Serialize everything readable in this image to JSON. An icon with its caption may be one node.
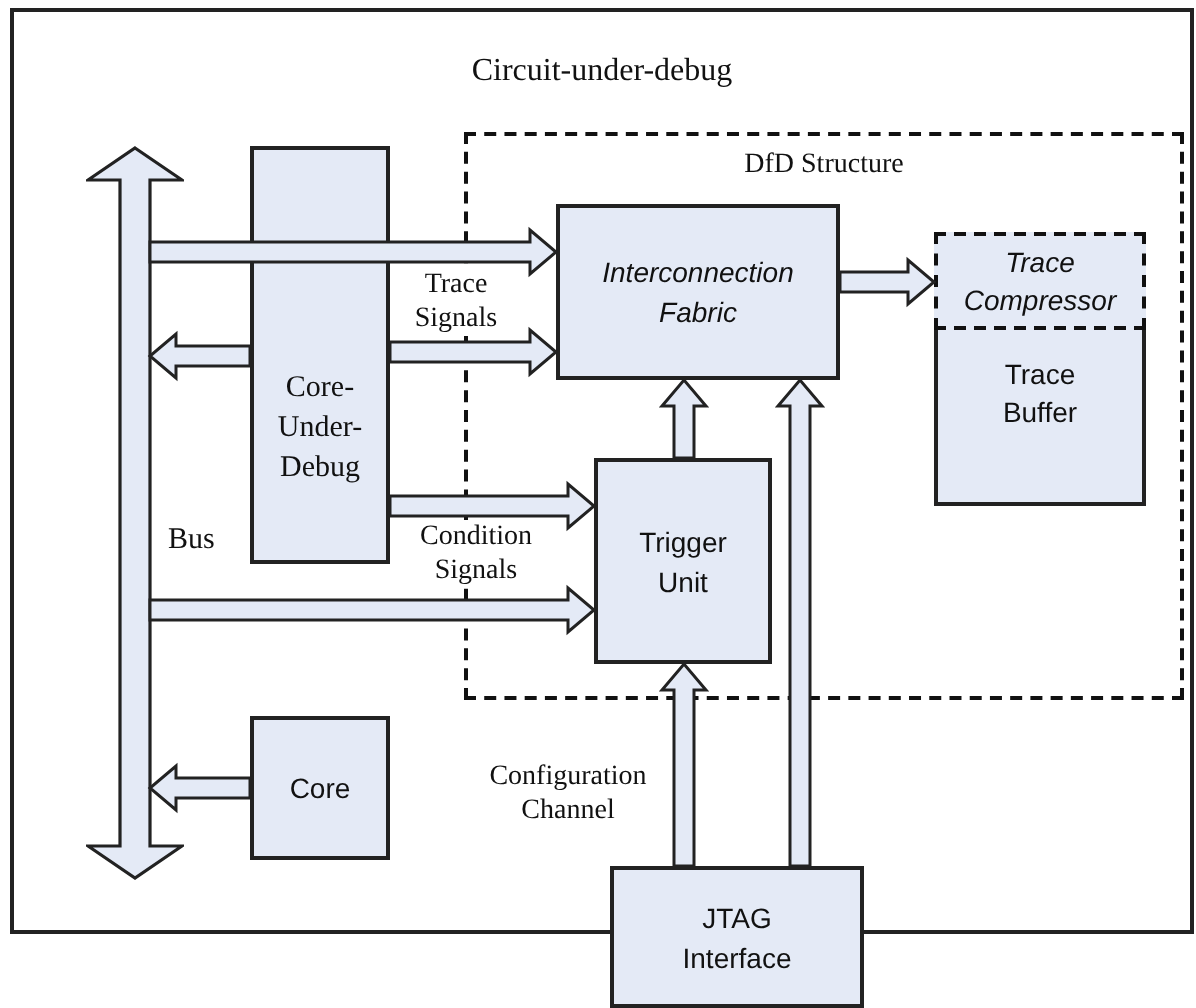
{
  "diagram": {
    "nodes": [
      {
        "text": [
          "Circuit-under-debug"
        ]
      },
      {
        "text": [],
        "shape": "bar",
        "in": 0,
        "beside": [
          "Bus"
        ]
      },
      {
        "text": [
          "Core- Under- Debug"
        ],
        "in": 0
      },
      {
        "text": [
          "DfD Structure"
        ],
        "in": 0
      },
      {
        "text": [
          "Interconnection Fabric"
        ],
        "in": 3
      },
      {
        "text": [
          "Trace Compressor"
        ],
        "in": 3
      },
      {
        "text": [
          "Trace Buffer"
        ],
        "in": 3
      },
      {
        "text": [
          "Trigger Unit"
        ],
        "in": 3
      },
      {
        "text": [
          "Core"
        ],
        "in": 0
      },
      {
        "text": [
          "JTAG Interface"
        ]
      }
    ],
    "edges": [
      {
        "from": 1,
        "to": 4,
        "arrow": "to"
      },
      {
        "from": 2,
        "to": 1,
        "arrow": "to"
      },
      {
        "from": 2,
        "to": 4,
        "arrow": "to",
        "label": "Trace Signals"
      },
      {
        "from": 2,
        "to": 7,
        "arrow": "to",
        "label": "Condition Signals"
      },
      {
        "from": 1,
        "to": 7,
        "arrow": "to"
      },
      {
        "from": 8,
        "to": 1,
        "arrow": "to"
      },
      {
        "from": 4,
        "to": 5,
        "arrow": "to"
      },
      {
        "from": 7,
        "to": 4,
        "arrow": "to"
      },
      {
        "from": 9,
        "to": 7,
        "arrow": "to",
        "label": "Configuration Channel"
      },
      {
        "from": 9,
        "to": 4,
        "arrow": "to"
      }
    ]
  }
}
